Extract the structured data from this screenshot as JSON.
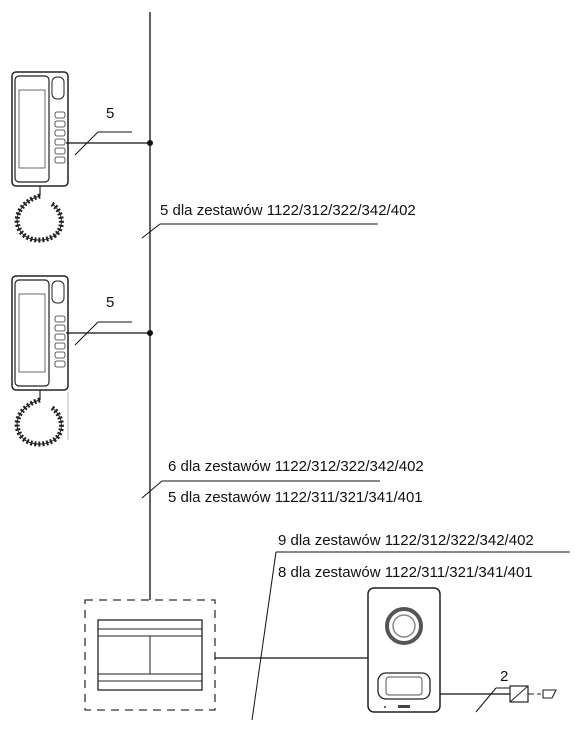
{
  "colors": {
    "line": "#111111",
    "handset_body": "#ffffff",
    "handset_outline": "#222222",
    "panel_outline": "#333333",
    "speaker_ring": "#555555"
  },
  "handset_top": {
    "icon": "intercom-handset-icon",
    "wire_label": "5"
  },
  "handset_bottom": {
    "icon": "intercom-handset-icon",
    "wire_label": "5"
  },
  "bus_segment_1": {
    "label": "5 dla zestawów 1122/312/322/342/402"
  },
  "bus_segment_2": {
    "label_1": "6 dla zestawów 1122/312/322/342/402",
    "label_2": "5 dla zestawów 1122/311/321/341/401"
  },
  "outdoor_link": {
    "label_1": "9 dla zestawów 1122/312/322/342/402",
    "label_2": "8 dla zestawów 1122/311/321/341/401"
  },
  "power_supply": {
    "icon": "din-rail-power-supply-icon"
  },
  "outdoor_panel": {
    "icon": "door-entry-panel-icon"
  },
  "lock_link": {
    "wire_label": "2",
    "icon": "electric-lock-icon"
  }
}
